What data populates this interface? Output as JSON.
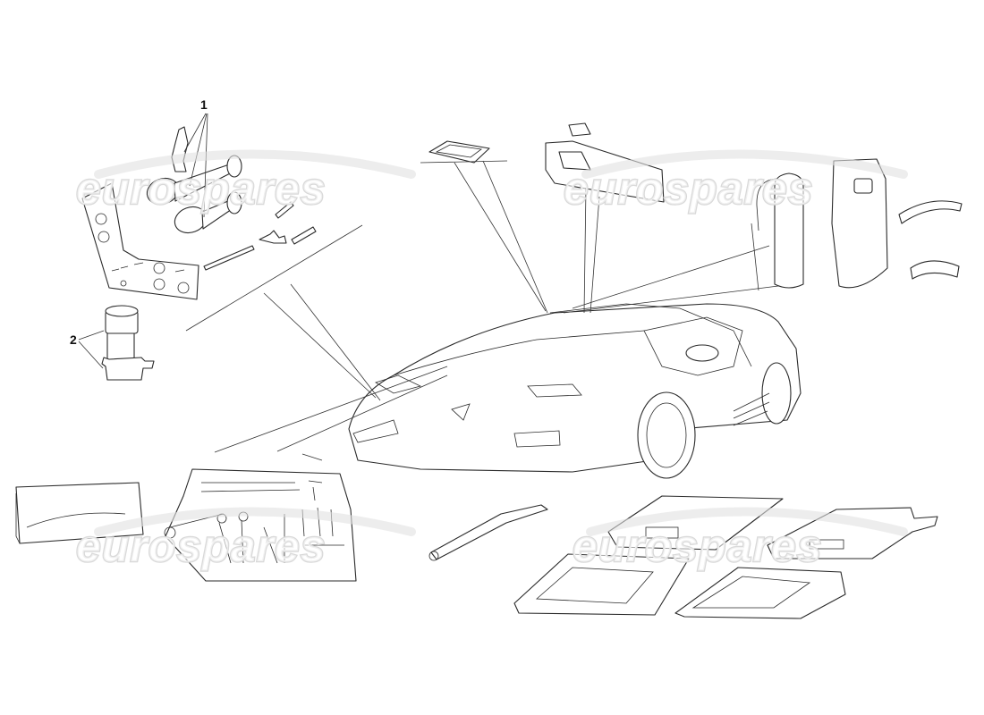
{
  "diagram": {
    "callouts": [
      {
        "number": "1",
        "part": "horns"
      },
      {
        "number": "2",
        "part": "socket"
      }
    ],
    "watermark": "eurospares"
  }
}
